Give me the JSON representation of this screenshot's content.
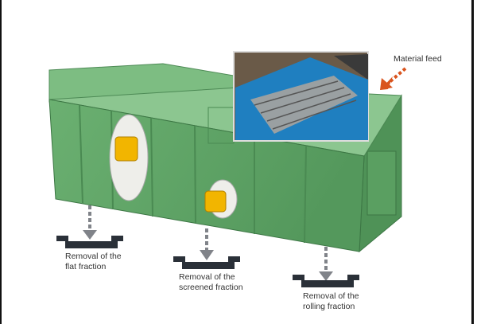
{
  "labels": {
    "material_feed": "Material feed",
    "flat": [
      "Removal of the",
      "flat fraction"
    ],
    "screened": [
      "Removal of the",
      "screened fraction"
    ],
    "rolling": [
      "Removal of the",
      "rolling fraction"
    ]
  },
  "colors": {
    "machine_green": "#5fa466",
    "machine_dark": "#3f7f48",
    "feed_arrow": "#d9541e",
    "drop_arrow": "#808389",
    "bin": "#2a3038",
    "inset_blue": "#1f7fc0"
  }
}
